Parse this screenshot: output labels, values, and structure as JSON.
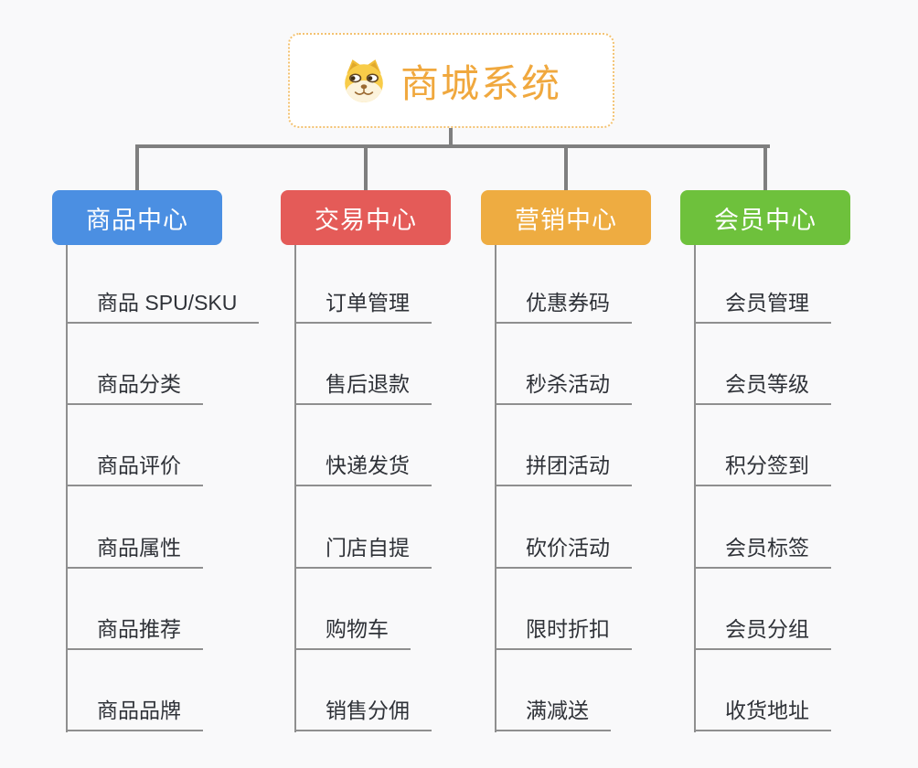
{
  "canvas": {
    "background": "#f9f9fa",
    "connector_color": "#7f7f7f",
    "underline_color": "#8f8f8f",
    "text_color": "#2f3238"
  },
  "root": {
    "title": "商城系统",
    "icon": "doge-icon",
    "accent_color": "#f0a83e",
    "border_color": "#f3c271"
  },
  "branches": [
    {
      "label": "商品中心",
      "color": "#4b8fe2",
      "children": [
        "商品 SPU/SKU",
        "商品分类",
        "商品评价",
        "商品属性",
        "商品推荐",
        "商品品牌"
      ]
    },
    {
      "label": "交易中心",
      "color": "#e45b58",
      "children": [
        "订单管理",
        "售后退款",
        "快递发货",
        "门店自提",
        "购物车",
        "销售分佣"
      ]
    },
    {
      "label": "营销中心",
      "color": "#eeac41",
      "children": [
        "优惠券码",
        "秒杀活动",
        "拼团活动",
        "砍价活动",
        "限时折扣",
        "满减送"
      ]
    },
    {
      "label": "会员中心",
      "color": "#6ec13c",
      "children": [
        "会员管理",
        "会员等级",
        "积分签到",
        "会员标签",
        "会员分组",
        "收货地址"
      ]
    }
  ]
}
